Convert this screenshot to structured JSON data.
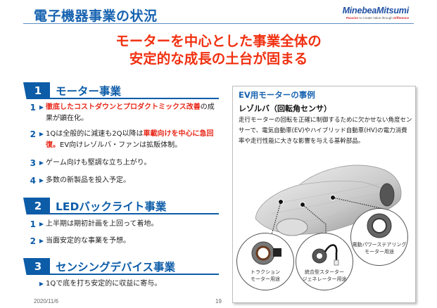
{
  "header": {
    "title": "電子機器事業の状況",
    "logo_main": "MinebeaMitsumi",
    "logo_tagline_1": "Passion",
    "logo_tagline_2": " to Create Value through ",
    "logo_tagline_3": "Difference"
  },
  "headline": {
    "line1": "モーターを中心とした事業全体の",
    "line2": "安定的な成長の土台が固まる"
  },
  "sections": [
    {
      "number": "1",
      "title": "モーター事業",
      "items": [
        {
          "num": "1",
          "arrow": "▶",
          "red": "徹底したコストダウンとプロダクトミックス改善",
          "text": "の成果が顕在化。"
        },
        {
          "num": "2",
          "arrow": "▶",
          "text_pre": "1Qは全般的に減速も2Q以降は",
          "red": "車載向けを中心に急回復。",
          "text": "EV向けレゾルバ・ファンは拡販体制。"
        },
        {
          "num": "3",
          "arrow": "▶",
          "text": "ゲーム向けも堅調な立ち上がり。"
        },
        {
          "num": "4",
          "arrow": "▶",
          "text": "多数の新製品を投入予定。"
        }
      ]
    },
    {
      "number": "2",
      "title": "LEDバックライト事業",
      "items": [
        {
          "num": "1",
          "arrow": "▶",
          "text": "上半期は期初計画を上回って着地。"
        },
        {
          "num": "2",
          "arrow": "▶",
          "text": "当面安定的な事業を予想。"
        }
      ]
    },
    {
      "number": "3",
      "title": "センシングデバイス事業",
      "items": [
        {
          "num": "",
          "arrow": "▶",
          "text": "1Qで底を打ち安定的に収益に寄与。"
        }
      ]
    }
  ],
  "case_study": {
    "title": "EV用モーターの事例",
    "subtitle": "レゾルバ（回転角センサ）",
    "description": "走行モーターの回転を正確に制御するために欠かせない角度センサーで、電気自動車(EV)やハイブリッド自動車(HV)の電力消費率や走行性能に大きな影響を与える基幹部品。",
    "callouts": [
      {
        "line1": "トラクション",
        "line2": "モーター用途"
      },
      {
        "line1": "統合型スターター",
        "line2": "ジェネレーター用途"
      },
      {
        "line1": "電動パワーステアリング",
        "line2": "モーター用途"
      }
    ]
  },
  "footer": {
    "date": "2020/11/6",
    "page": "19"
  },
  "colors": {
    "brand_blue": "#0d5ca8",
    "title_blue": "#1763b0",
    "headline_red": "#f03010",
    "emphasis_red": "#e8281a"
  }
}
